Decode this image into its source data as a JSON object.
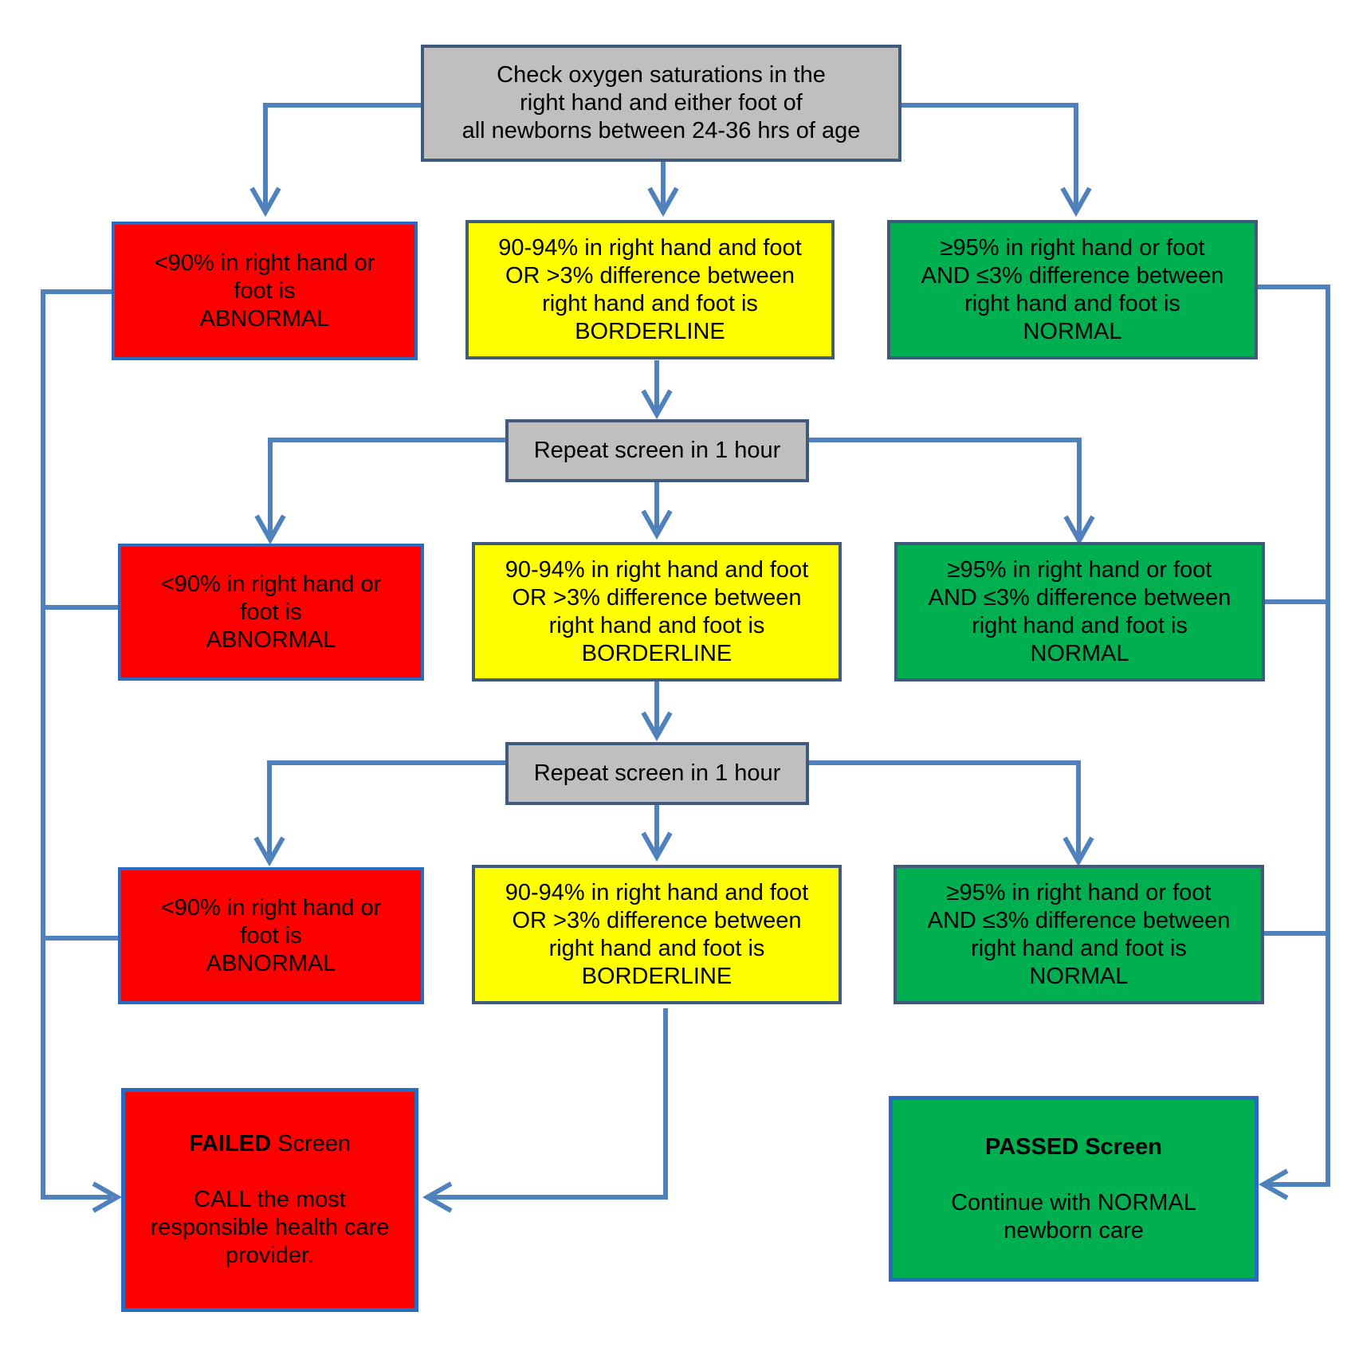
{
  "colors": {
    "connector": "#4f81bd",
    "gray": "#bfbfbf",
    "red": "#ff0000",
    "yellow": "#ffff00",
    "green": "#00b050"
  },
  "start": {
    "lines": [
      "Check oxygen saturations in the",
      "right hand and either foot of",
      "all newborns between 24-36 hrs of age"
    ]
  },
  "repeat_label": "Repeat screen in 1 hour",
  "abnormal": {
    "lines": [
      "<90% in right hand or",
      "foot is",
      "ABNORMAL"
    ]
  },
  "borderline": {
    "lines": [
      "90-94% in right hand and foot",
      "OR >3% difference between",
      "right hand and foot is",
      "BORDERLINE"
    ]
  },
  "normal": {
    "lines": [
      "≥95% in right hand or foot",
      "AND ≤3% difference between",
      "right hand and foot is",
      "NORMAL"
    ]
  },
  "failed": {
    "title_bold": "FAILED",
    "title_rest": " Screen",
    "lines": [
      "CALL the most",
      "responsible health care",
      "provider."
    ]
  },
  "passed": {
    "title": "PASSED Screen",
    "lines": [
      "Continue with NORMAL",
      "newborn care"
    ]
  }
}
